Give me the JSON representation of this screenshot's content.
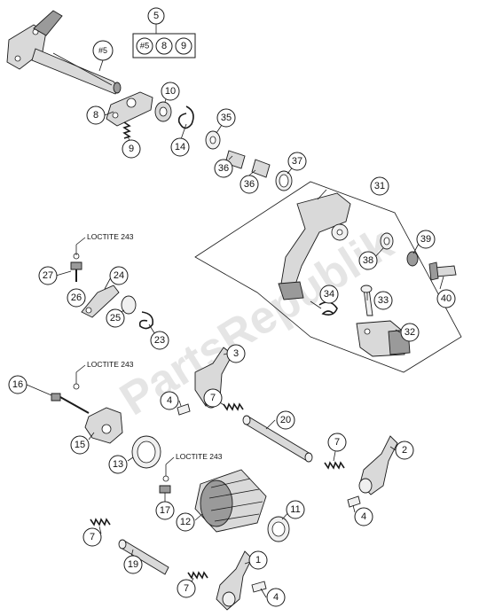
{
  "watermark": "PartsRepublik",
  "loctite_label": "LOCTITE 243",
  "set_box": {
    "title": "5",
    "items": [
      "#5",
      "8",
      "9"
    ]
  },
  "shaft_callout": "#5",
  "callouts": [
    {
      "id": "c1",
      "label": "1"
    },
    {
      "id": "c2",
      "label": "2"
    },
    {
      "id": "c3",
      "label": "3"
    },
    {
      "id": "c4a",
      "label": "4"
    },
    {
      "id": "c4b",
      "label": "4"
    },
    {
      "id": "c4c",
      "label": "4"
    },
    {
      "id": "c7a",
      "label": "7"
    },
    {
      "id": "c7b",
      "label": "7"
    },
    {
      "id": "c7c",
      "label": "7"
    },
    {
      "id": "c7d",
      "label": "7"
    },
    {
      "id": "c8",
      "label": "8"
    },
    {
      "id": "c9",
      "label": "9"
    },
    {
      "id": "c10",
      "label": "10"
    },
    {
      "id": "c11",
      "label": "11"
    },
    {
      "id": "c12",
      "label": "12"
    },
    {
      "id": "c13",
      "label": "13"
    },
    {
      "id": "c14",
      "label": "14"
    },
    {
      "id": "c15",
      "label": "15"
    },
    {
      "id": "c16",
      "label": "16"
    },
    {
      "id": "c17",
      "label": "17"
    },
    {
      "id": "c19",
      "label": "19"
    },
    {
      "id": "c20",
      "label": "20"
    },
    {
      "id": "c23",
      "label": "23"
    },
    {
      "id": "c24",
      "label": "24"
    },
    {
      "id": "c25",
      "label": "25"
    },
    {
      "id": "c26",
      "label": "26"
    },
    {
      "id": "c27",
      "label": "27"
    },
    {
      "id": "c31",
      "label": "31"
    },
    {
      "id": "c32",
      "label": "32"
    },
    {
      "id": "c33",
      "label": "33"
    },
    {
      "id": "c34",
      "label": "34"
    },
    {
      "id": "c35",
      "label": "35"
    },
    {
      "id": "c36a",
      "label": "36"
    },
    {
      "id": "c36b",
      "label": "36"
    },
    {
      "id": "c37",
      "label": "37"
    },
    {
      "id": "c38",
      "label": "38"
    },
    {
      "id": "c39",
      "label": "39"
    },
    {
      "id": "c40",
      "label": "40"
    }
  ]
}
